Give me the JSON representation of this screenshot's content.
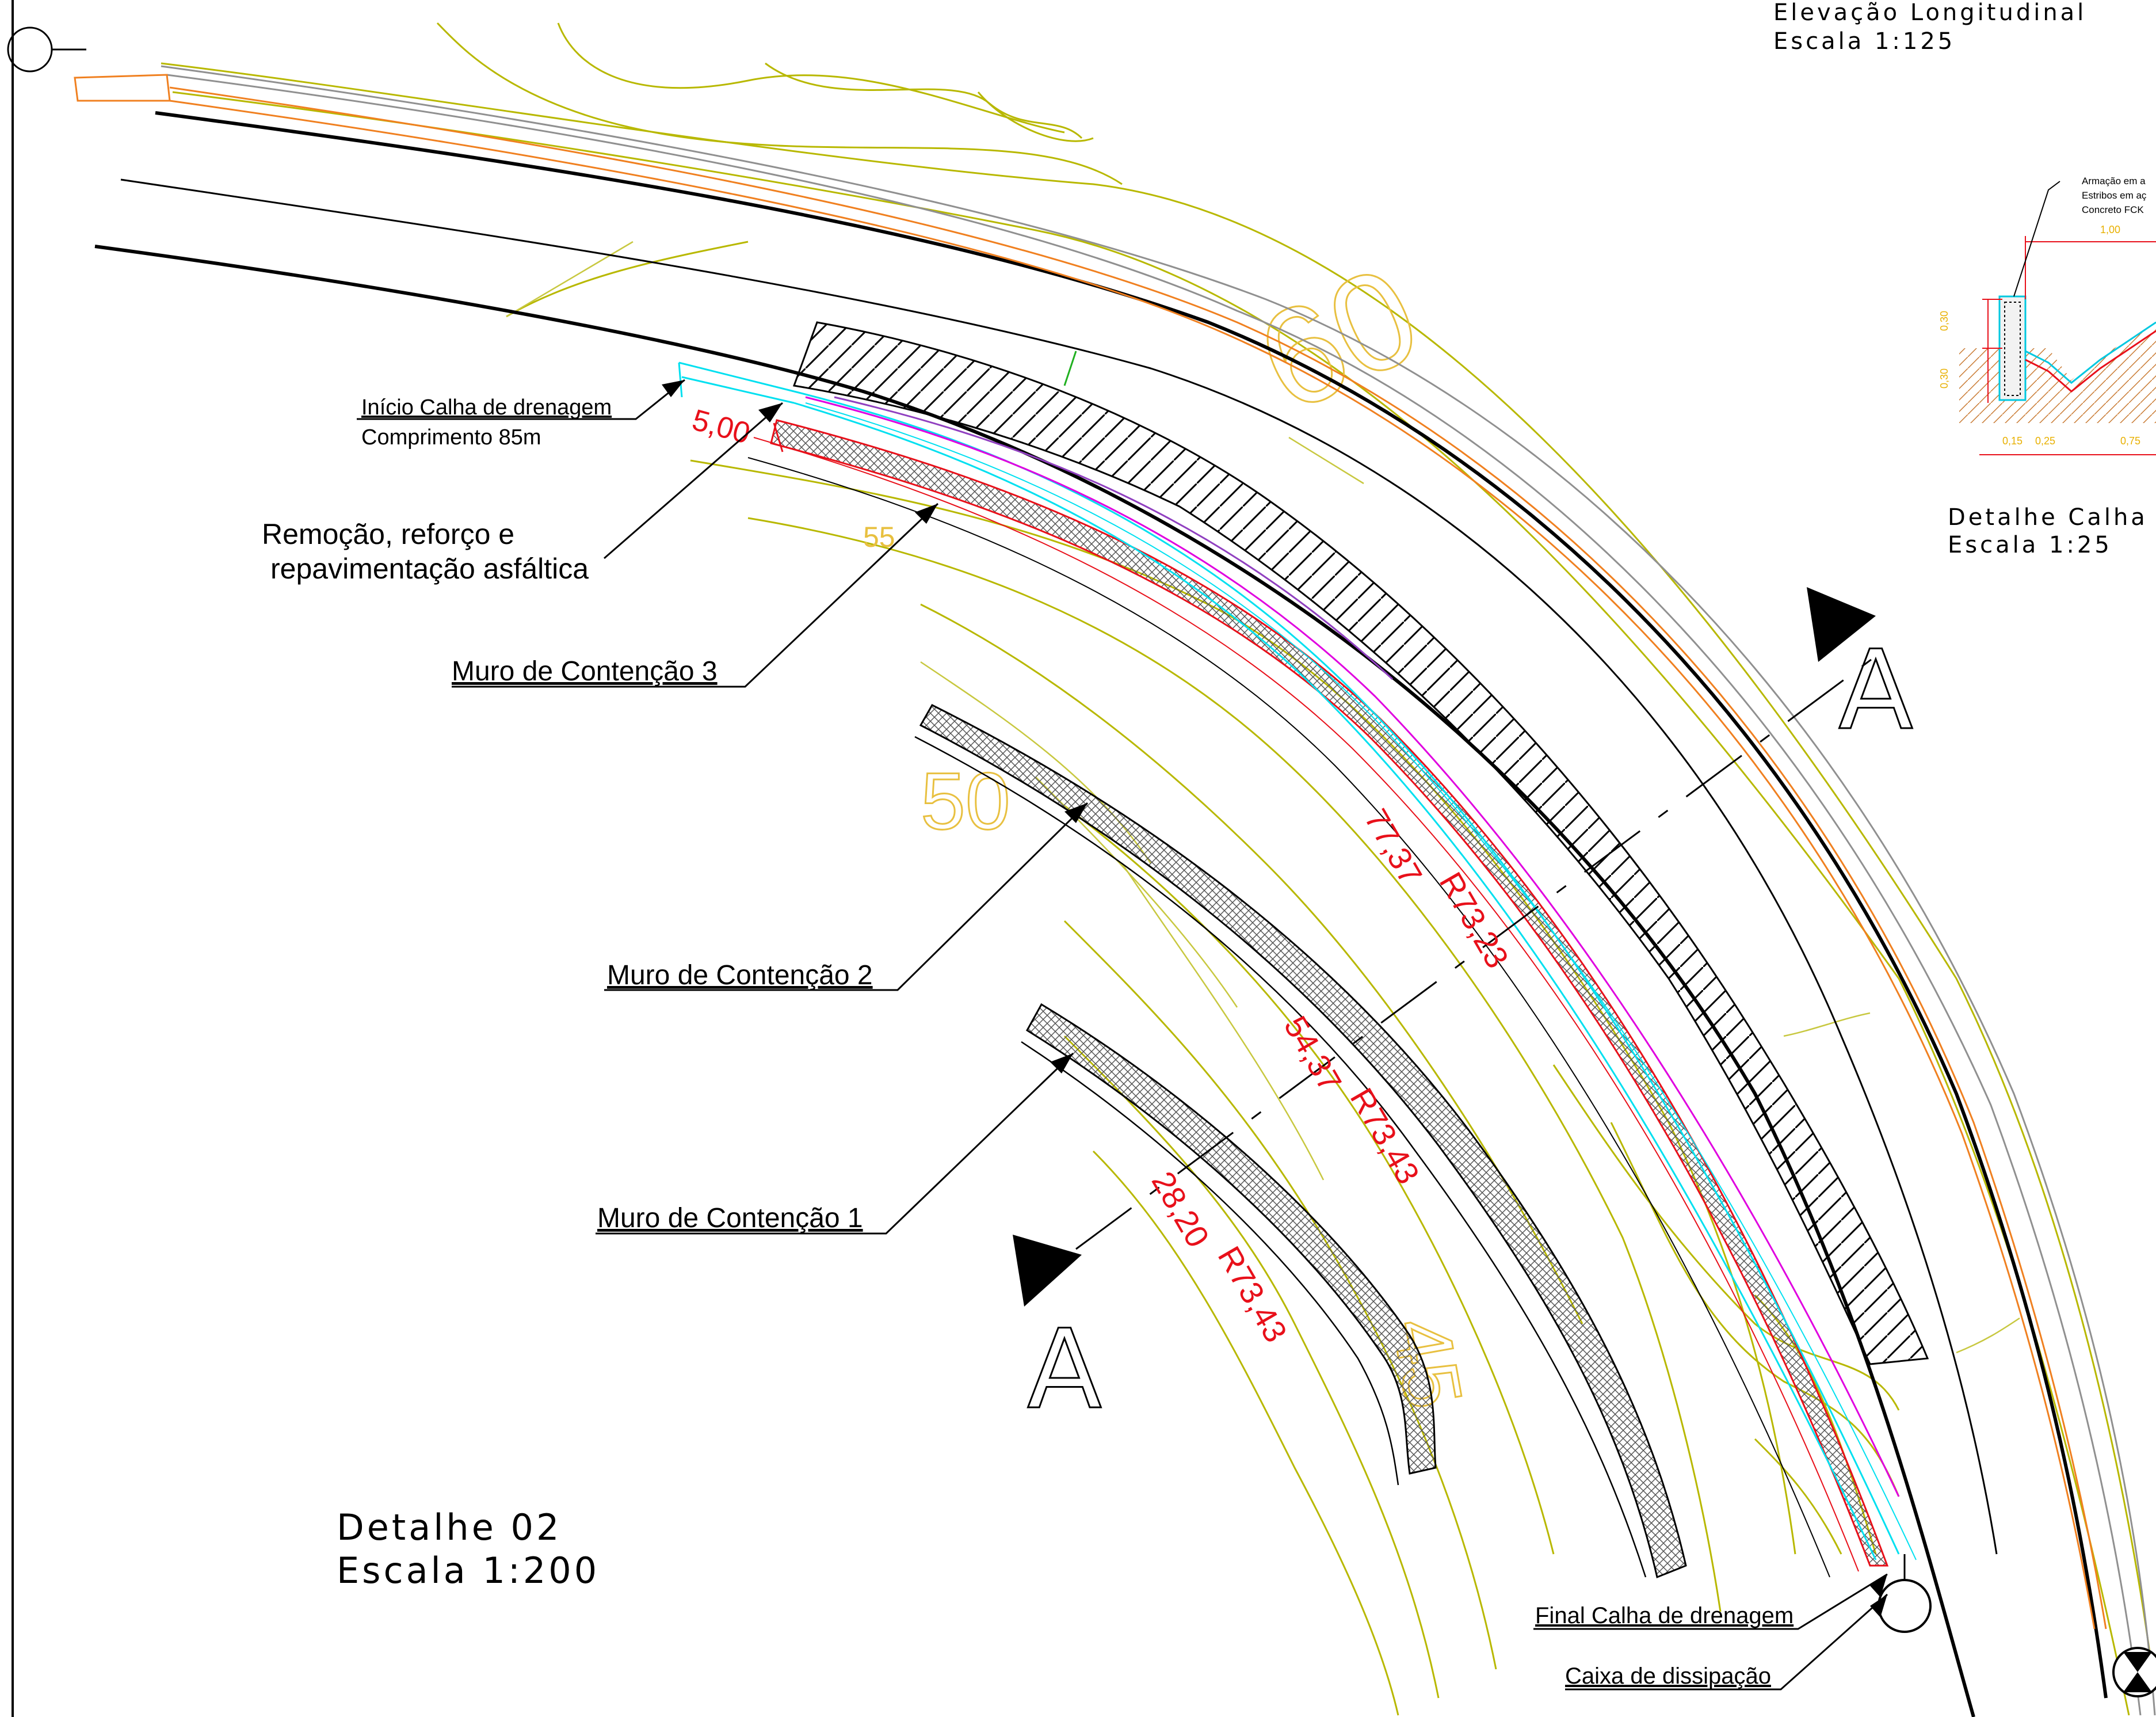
{
  "elevacao": {
    "title": "Elevação Longitudinal",
    "scale": "Escala 1:125"
  },
  "calha_detail": {
    "title": "Detalhe Calha de",
    "scale": "Escala 1:25",
    "note_1": "Armação em a",
    "note_2": "Estribos em aç",
    "note_3": "Concreto FCK",
    "dim_top": "1,00",
    "dim_h1": "0,30",
    "dim_h2": "0,30",
    "dim_b1": "0,15",
    "dim_b2": "0,25",
    "dim_b3": "0,75"
  },
  "detalhe": {
    "title": "Detalhe 02",
    "scale": "Escala 1:200"
  },
  "labels": {
    "inicio_calha": "Início Calha de drenagem",
    "comprimento": "Comprimento 85m",
    "remocao_1": "Remoção, reforço e",
    "remocao_2": "repavimentação asfáltica",
    "muro3": "Muro de Contenção 3",
    "muro2": "Muro de Contenção 2",
    "muro1": "Muro de Contenção 1",
    "final_calha": "Final Calha de drenagem",
    "caixa": "Caixa de dissipação"
  },
  "dimensions": {
    "width": "5,00",
    "arc3": "77,37",
    "radius3": "R73,23",
    "arc2": "54,37",
    "radius2": "R73,43",
    "arc1": "28,20",
    "radius1": "R73,43"
  },
  "contours": {
    "c60": "60",
    "c55": "55",
    "c50": "50",
    "c45": "45"
  },
  "section": {
    "letter_top": "A",
    "letter_bottom": "A"
  },
  "colors": {
    "contour_major": "#b8b800",
    "contour_minor": "#c8c840",
    "contour_label": "#e8c040",
    "road_edge": "#000000",
    "orange": "#f08020",
    "cyan": "#00e0f0",
    "magenta": "#e000e0",
    "red": "#e8101a",
    "grey": "#909090"
  }
}
